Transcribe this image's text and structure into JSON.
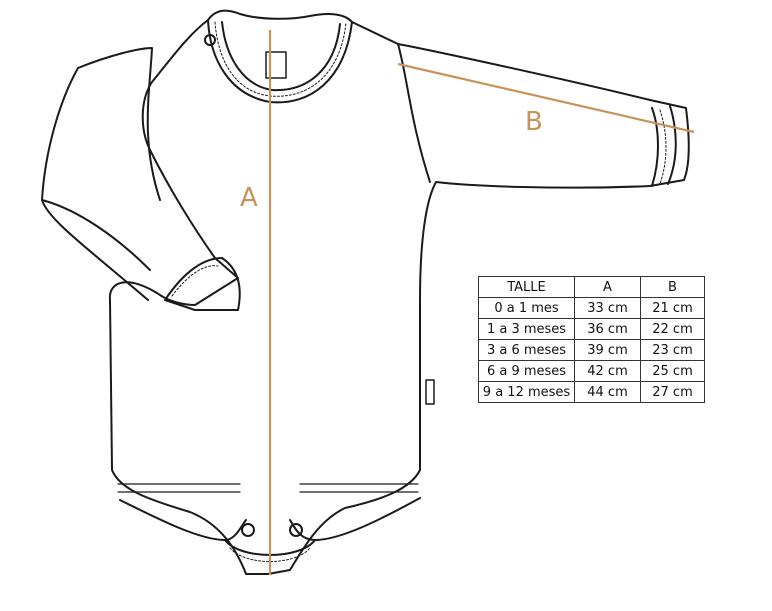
{
  "diagram": {
    "labels": {
      "a": "A",
      "b": "B"
    },
    "accent_color": "#c8925a",
    "outline_color": "#1a1a1a"
  },
  "size_table": {
    "headers": [
      "TALLE",
      "A",
      "B"
    ],
    "rows": [
      [
        "0 a 1 mes",
        "33 cm",
        "21 cm"
      ],
      [
        "1 a 3 meses",
        "36 cm",
        "22 cm"
      ],
      [
        "3 a 6 meses",
        "39 cm",
        "23 cm"
      ],
      [
        "6 a 9 meses",
        "42 cm",
        "25 cm"
      ],
      [
        "9 a 12 meses",
        "44 cm",
        "27 cm"
      ]
    ]
  }
}
